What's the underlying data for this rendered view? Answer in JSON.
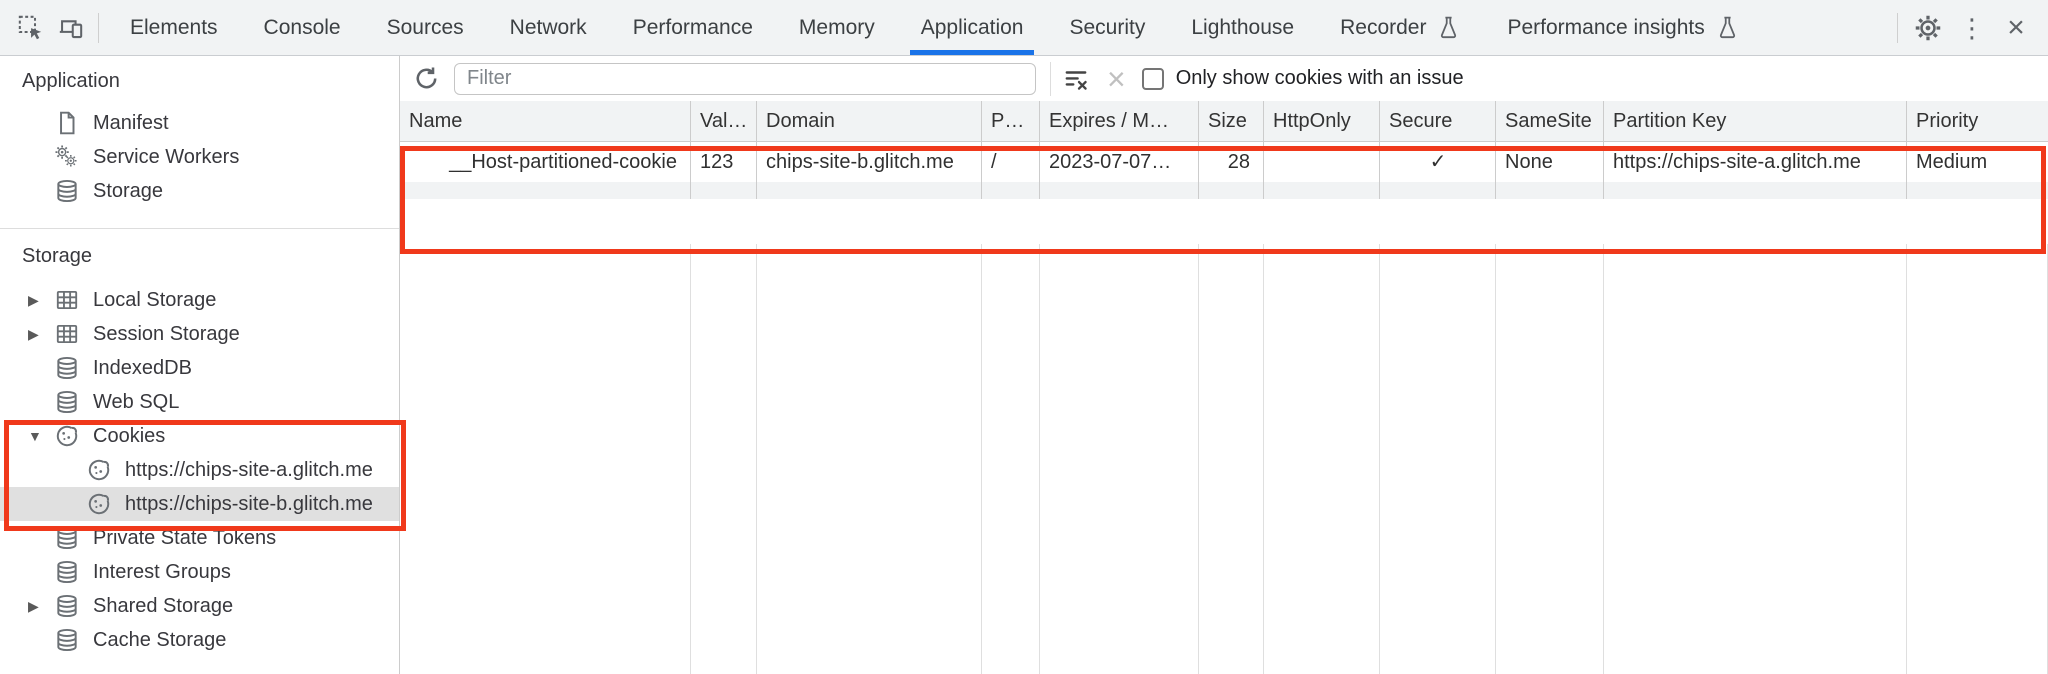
{
  "tabbar": {
    "tabs": [
      {
        "label": "Elements"
      },
      {
        "label": "Console"
      },
      {
        "label": "Sources"
      },
      {
        "label": "Network"
      },
      {
        "label": "Performance"
      },
      {
        "label": "Memory"
      },
      {
        "label": "Application",
        "active": true
      },
      {
        "label": "Security"
      },
      {
        "label": "Lighthouse"
      },
      {
        "label": "Recorder",
        "flask": true
      },
      {
        "label": "Performance insights",
        "flask": true
      }
    ]
  },
  "sidebar": {
    "app_section_title": "Application",
    "app_items": [
      {
        "label": "Manifest",
        "icon": "document-icon"
      },
      {
        "label": "Service Workers",
        "icon": "gears-icon"
      },
      {
        "label": "Storage",
        "icon": "database-icon"
      }
    ],
    "storage_section_title": "Storage",
    "storage_items": [
      {
        "label": "Local Storage",
        "icon": "table-icon",
        "state": "collapsed"
      },
      {
        "label": "Session Storage",
        "icon": "table-icon",
        "state": "collapsed"
      },
      {
        "label": "IndexedDB",
        "icon": "database-icon"
      },
      {
        "label": "Web SQL",
        "icon": "database-icon"
      },
      {
        "label": "Cookies",
        "icon": "cookie-icon",
        "state": "expanded"
      },
      {
        "label": "https://chips-site-a.glitch.me",
        "icon": "cookie-icon",
        "nested": true
      },
      {
        "label": "https://chips-site-b.glitch.me",
        "icon": "cookie-icon",
        "nested": true,
        "selected": true
      },
      {
        "label": "Private State Tokens",
        "icon": "database-icon"
      },
      {
        "label": "Interest Groups",
        "icon": "database-icon"
      },
      {
        "label": "Shared Storage",
        "icon": "database-icon",
        "state": "collapsed"
      },
      {
        "label": "Cache Storage",
        "icon": "database-icon"
      }
    ]
  },
  "panel": {
    "filter_placeholder": "Filter",
    "issue_checkbox_label": "Only show cookies with an issue",
    "issue_checkbox_checked": false
  },
  "table": {
    "columns": [
      "Name",
      "Value",
      "Domain",
      "Path",
      "Expires / M…",
      "Size",
      "HttpOnly",
      "Secure",
      "SameSite",
      "Partition Key",
      "Priority"
    ],
    "row": {
      "name": "__Host-partitioned-cookie",
      "value": "123",
      "domain": "chips-site-b.glitch.me",
      "path": "/",
      "expires": "2023-07-07…",
      "size": "28",
      "http_only": "",
      "secure": "✓",
      "same_site": "None",
      "partition_key": "https://chips-site-a.glitch.me",
      "priority": "Medium"
    }
  },
  "icons": {
    "collapsed_arrow": "▶",
    "expanded_arrow": "▼",
    "kebab": "⋮",
    "close": "×",
    "dim_close": "×"
  },
  "colors": {
    "accent_blue": "#1a73e8",
    "highlight_red": "#f0391b",
    "selection_gray": "#e0e0e0",
    "toolbar_gray": "#f1f3f4"
  }
}
